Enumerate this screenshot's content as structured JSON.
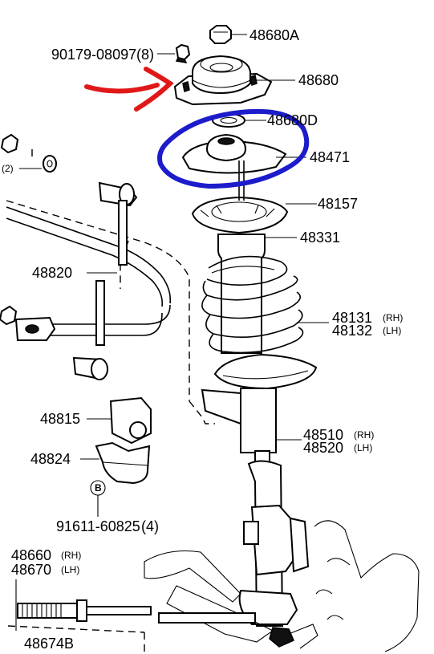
{
  "labels": {
    "top_nut": "48680A",
    "nut_code": "90179-08097",
    "nut_qty": "(8)",
    "support": "48680",
    "bearing": "48680D",
    "insulator": "48471",
    "bumper": "48157",
    "boot": "48331",
    "link": "48820",
    "spring_rh": "48131",
    "spring_lh": "48132",
    "rh": "(RH)",
    "lh": "(LH)",
    "bushing": "48815",
    "bracket": "48824",
    "strut_rh": "48510",
    "strut_lh": "48520",
    "bolt_code": "91611-60825",
    "bolt_qty": "(4)",
    "ball_rh": "48660",
    "ball_lh": "48670",
    "rod": "48674B",
    "side_qty": "(2)",
    "ref_b": "B"
  },
  "annotations": {
    "arrow_color": "#e01818",
    "circle_color": "#1c1ccc"
  }
}
